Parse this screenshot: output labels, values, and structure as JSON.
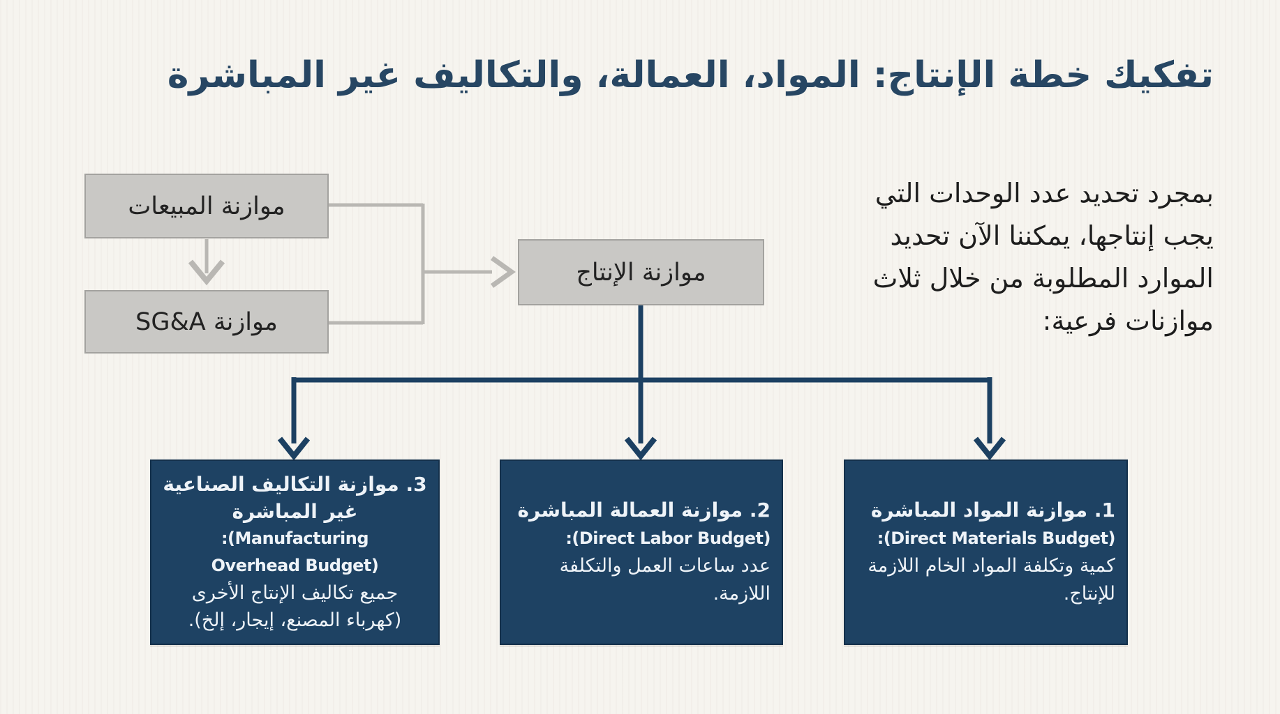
{
  "title": "تفكيك خطة الإنتاج: المواد، العمالة، والتكاليف غير المباشرة",
  "intro": {
    "lines": [
      "بمجرد تحديد عدد الوحدات التي",
      "يجب إنتاجها، يمكننا الآن تحديد",
      "الموارد المطلوبة من خلال ثلاث",
      "موازنات فرعية:"
    ]
  },
  "flow": {
    "sales_budget": "موازنة المبيعات",
    "sga_budget": "موازنة SG&A",
    "production_budget": "موازنة الإنتاج"
  },
  "sub_budgets": [
    {
      "name": "direct-materials-budget",
      "lines": [
        "1. موازنة المواد المباشرة",
        ":(Direct Materials Budget)",
        "كمية وتكلفة المواد الخام اللازمة",
        "للإنتاج."
      ]
    },
    {
      "name": "direct-labor-budget",
      "lines": [
        "2. موازنة العمالة المباشرة",
        ":(Direct Labor Budget)",
        "عدد ساعات العمل والتكلفة",
        "اللازمة."
      ]
    },
    {
      "name": "manufacturing-overhead-budget",
      "lines": [
        "3. موازنة التكاليف الصناعية",
        "غير المباشرة",
        ":(Manufacturing",
        "Overhead Budget)",
        "جميع تكاليف الإنتاج الأخرى",
        "(كهرباء المصنع، إيجار، إلخ)."
      ]
    }
  ],
  "colors": {
    "background": "#f6f4ef",
    "title_navy": "#274663",
    "dark_box_navy": "#1e4263",
    "dark_box_text": "#eef3f8",
    "gray_box_fill": "#c9c8c5",
    "gray_box_border": "#a3a29f",
    "gray_connector": "#b9b7b3",
    "blue_connector": "#1c4062"
  }
}
